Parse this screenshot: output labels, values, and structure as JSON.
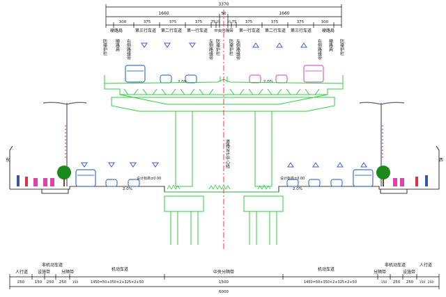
{
  "colors": {
    "structure": "#2ecc40",
    "dim": "#000000",
    "arrow": "#3b5bdb",
    "car": "#4a78d8",
    "bus_blue": "#3f6fd0",
    "bus_pink": "#e060c0",
    "centerline": "#ff0000",
    "tree": "#1a8a1a",
    "pole": "#6a6a8a"
  },
  "top_dims": {
    "total": "3370",
    "half_left": "1660",
    "center": "50",
    "half_right": "1660",
    "lanes_left": [
      "300",
      "375",
      "375",
      "375",
      "75",
      "25"
    ],
    "lanes_right": [
      "25",
      "75",
      "375",
      "375",
      "375",
      "300"
    ]
  },
  "upper_labels": {
    "left": [
      "硬路肩",
      "第三行车道",
      "第二行车道",
      "第一行车道",
      "中央分隔带"
    ],
    "right": [
      "第一行车道",
      "第二行车道",
      "第三行车道",
      "硬路肩"
    ],
    "left_vertical": [
      "防撞护栏",
      "硬路肩",
      "右侧路缘带",
      "左侧路缘带",
      "防撞护栏"
    ],
    "right_vertical": [
      "防撞护栏",
      "左侧路缘带",
      "右侧路缘带",
      "硬路肩",
      "防撞护栏"
    ]
  },
  "slopes": {
    "upper_left": "2.0%",
    "upper_right": "2.0%",
    "lower_left": "2.0%",
    "lower_right": "2.0%"
  },
  "elevations": {
    "left": "设计标高±0.00",
    "right": "设计标高±0.00"
  },
  "centerline_label": "道路设计中心线",
  "bottom_labels": {
    "sidewalk_left": "人行道",
    "facility_left": "设施带",
    "nonmotor_left": "非机动车道",
    "divider_left": "分隔带",
    "motor_left": "机动车道",
    "central": "中央分隔带",
    "motor_right": "机动车道",
    "divider_right": "分隔带",
    "nonmotor_right": "非机动车道",
    "facility_right": "设施带",
    "sidewalk_right": "人行道"
  },
  "bottom_dims": {
    "left": [
      "250",
      "150",
      "250",
      "250",
      "150"
    ],
    "motor_left": "1450=50+350×2+325×2+50",
    "central": "1500",
    "motor_right": "1450=50+350×2+325×2+50",
    "right": [
      "150",
      "250",
      "250",
      "150",
      "250"
    ],
    "total": "6000"
  },
  "side_labels": {
    "east": "东",
    "west": "西"
  }
}
